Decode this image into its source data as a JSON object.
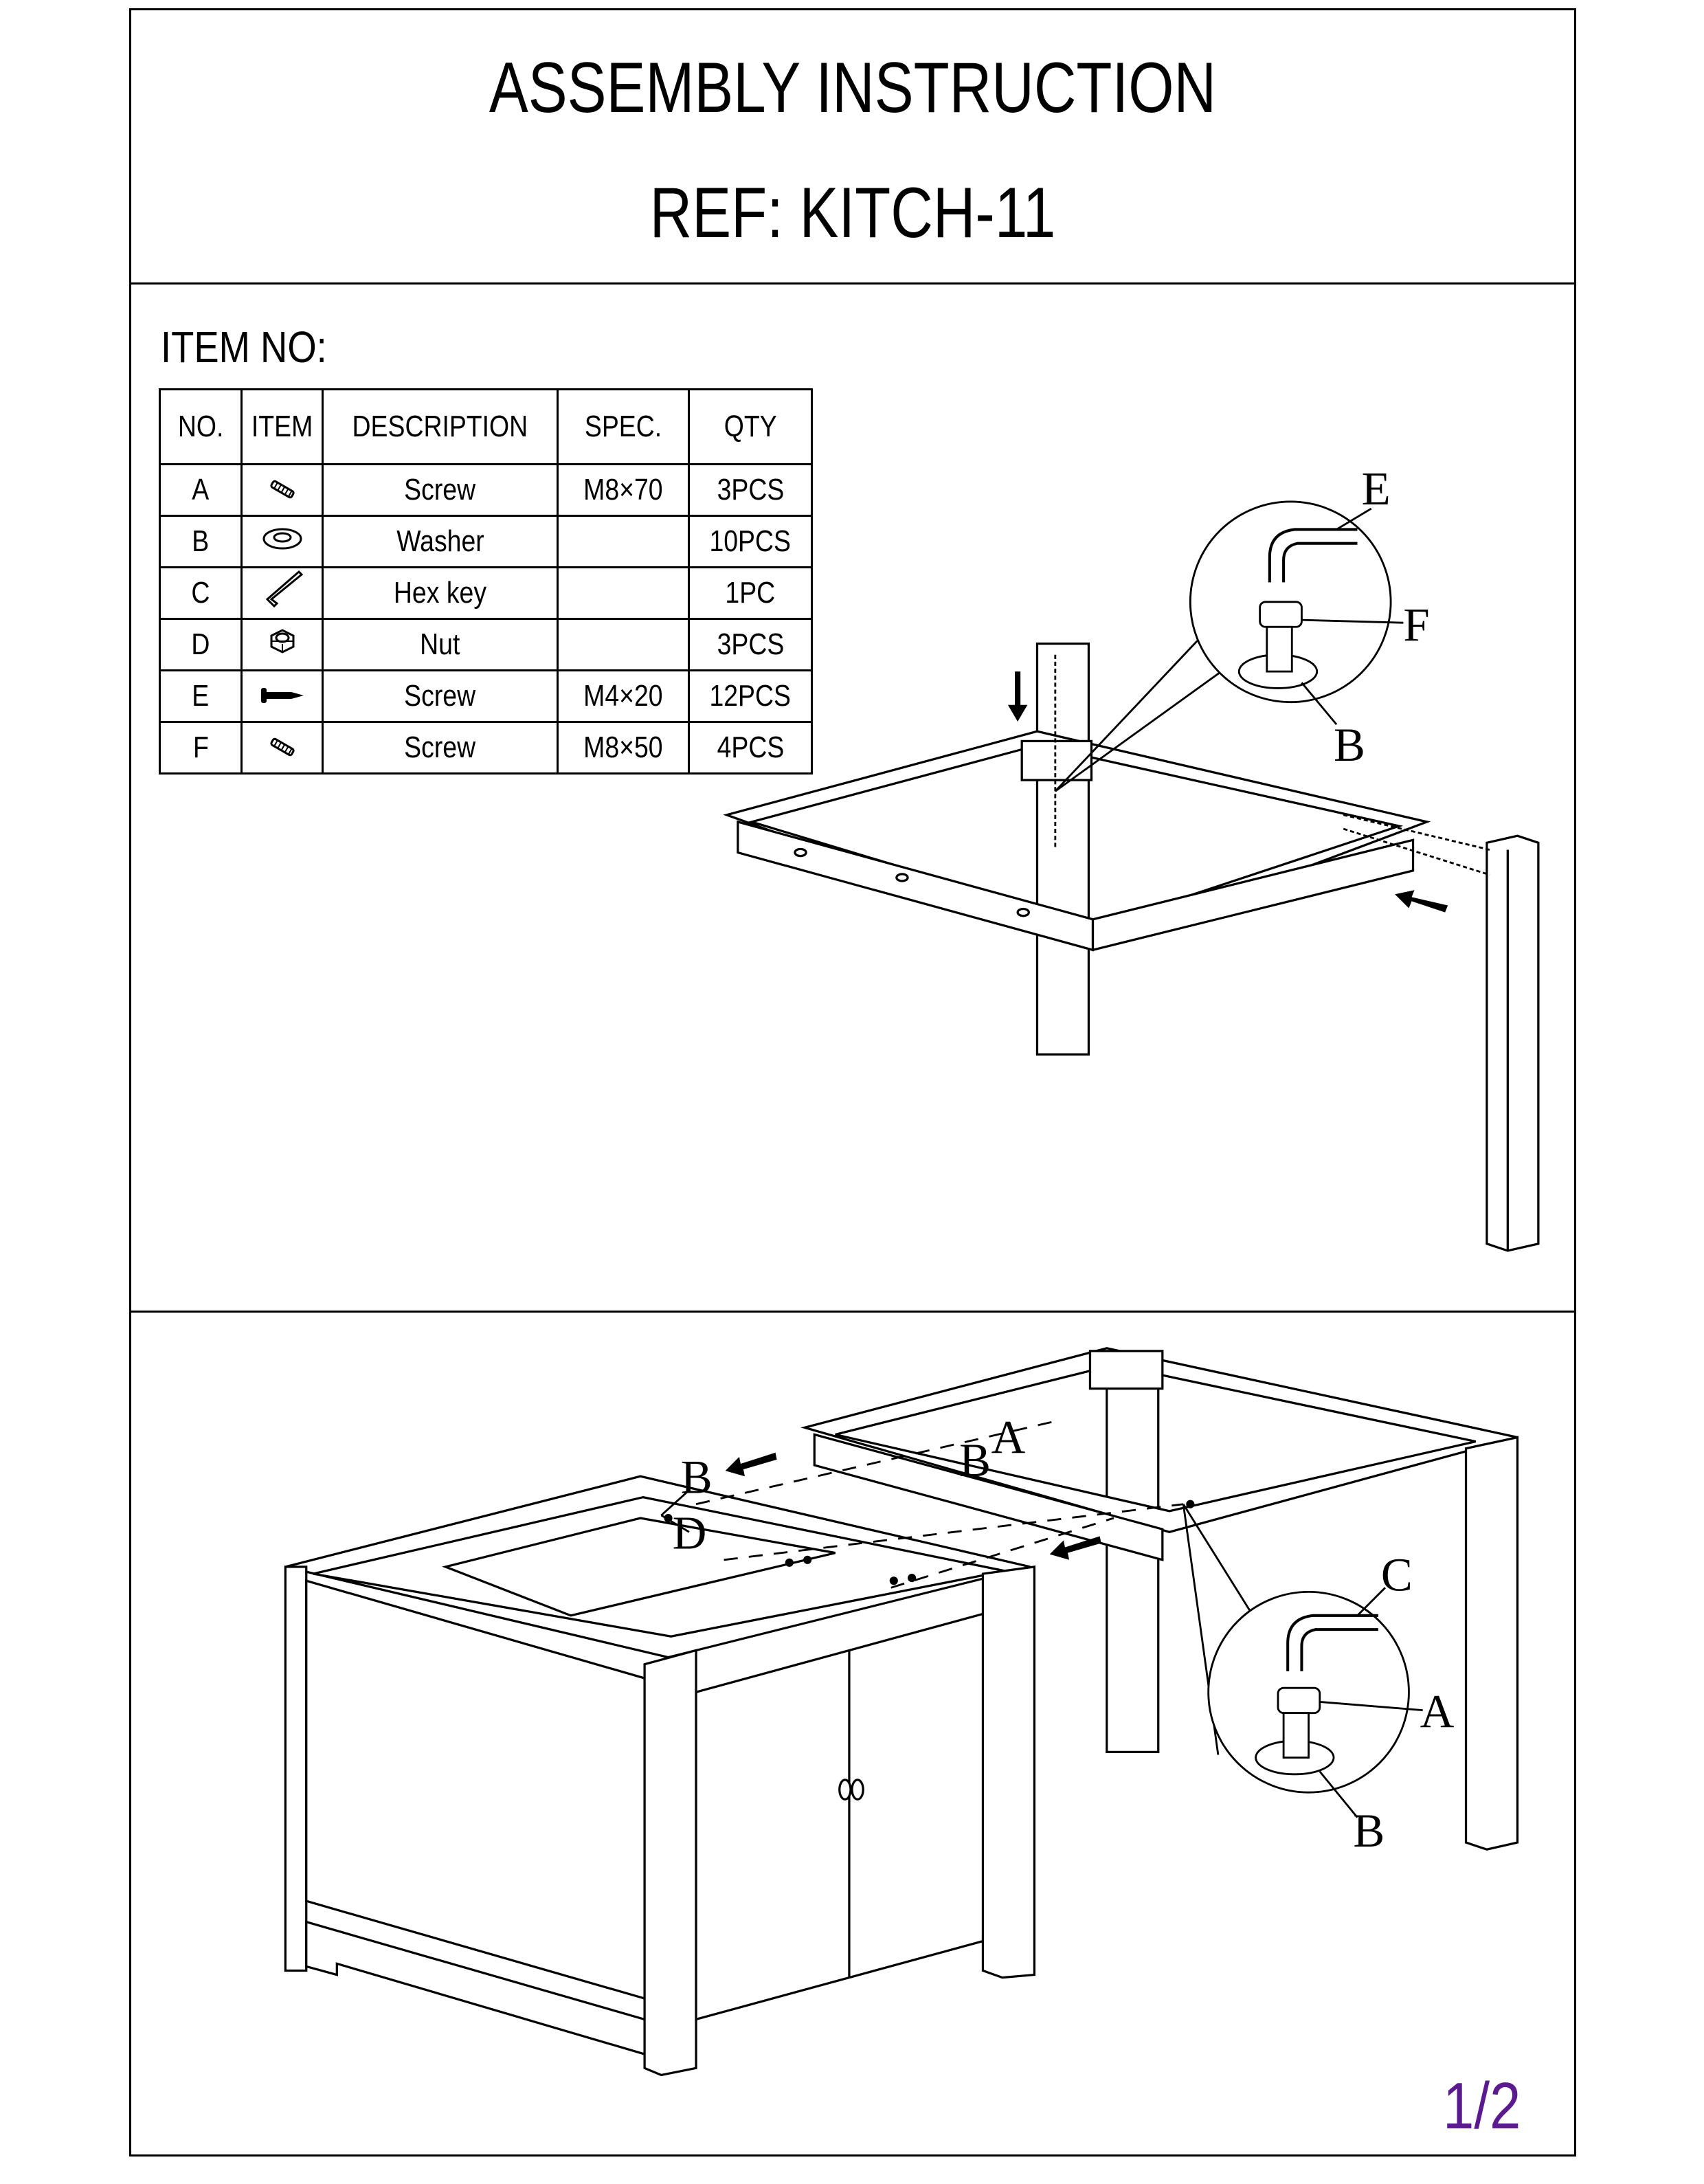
{
  "header": {
    "title": "ASSEMBLY INSTRUCTION",
    "ref": "REF: KITCH-11"
  },
  "parts_section": {
    "heading": "ITEM NO:",
    "columns": [
      "NO.",
      "ITEM",
      "DESCRIPTION",
      "SPEC.",
      "QTY"
    ],
    "rows": [
      {
        "no": "A",
        "icon": "bolt-icon",
        "description": "Screw",
        "spec": "M8×70",
        "qty": "3PCS"
      },
      {
        "no": "B",
        "icon": "washer-icon",
        "description": "Washer",
        "spec": "",
        "qty": "10PCS"
      },
      {
        "no": "C",
        "icon": "hex-key-icon",
        "description": "Hex key",
        "spec": "",
        "qty": "1PC"
      },
      {
        "no": "D",
        "icon": "nut-icon",
        "description": "Nut",
        "spec": "",
        "qty": "3PCS"
      },
      {
        "no": "E",
        "icon": "wood-screw-icon",
        "description": "Screw",
        "spec": "M4×20",
        "qty": "12PCS"
      },
      {
        "no": "F",
        "icon": "bolt-icon",
        "description": "Screw",
        "spec": "M8×50",
        "qty": "4PCS"
      }
    ]
  },
  "step1_labels": {
    "e": "E",
    "f": "F",
    "b": "B"
  },
  "step2_labels": {
    "a1": "A",
    "b1": "B",
    "b2": "B",
    "d": "D",
    "c": "C",
    "a2": "A",
    "b3": "B"
  },
  "footer": {
    "page": "1/2"
  },
  "colors": {
    "page_number": "#5b1a8f",
    "line": "#000000"
  }
}
